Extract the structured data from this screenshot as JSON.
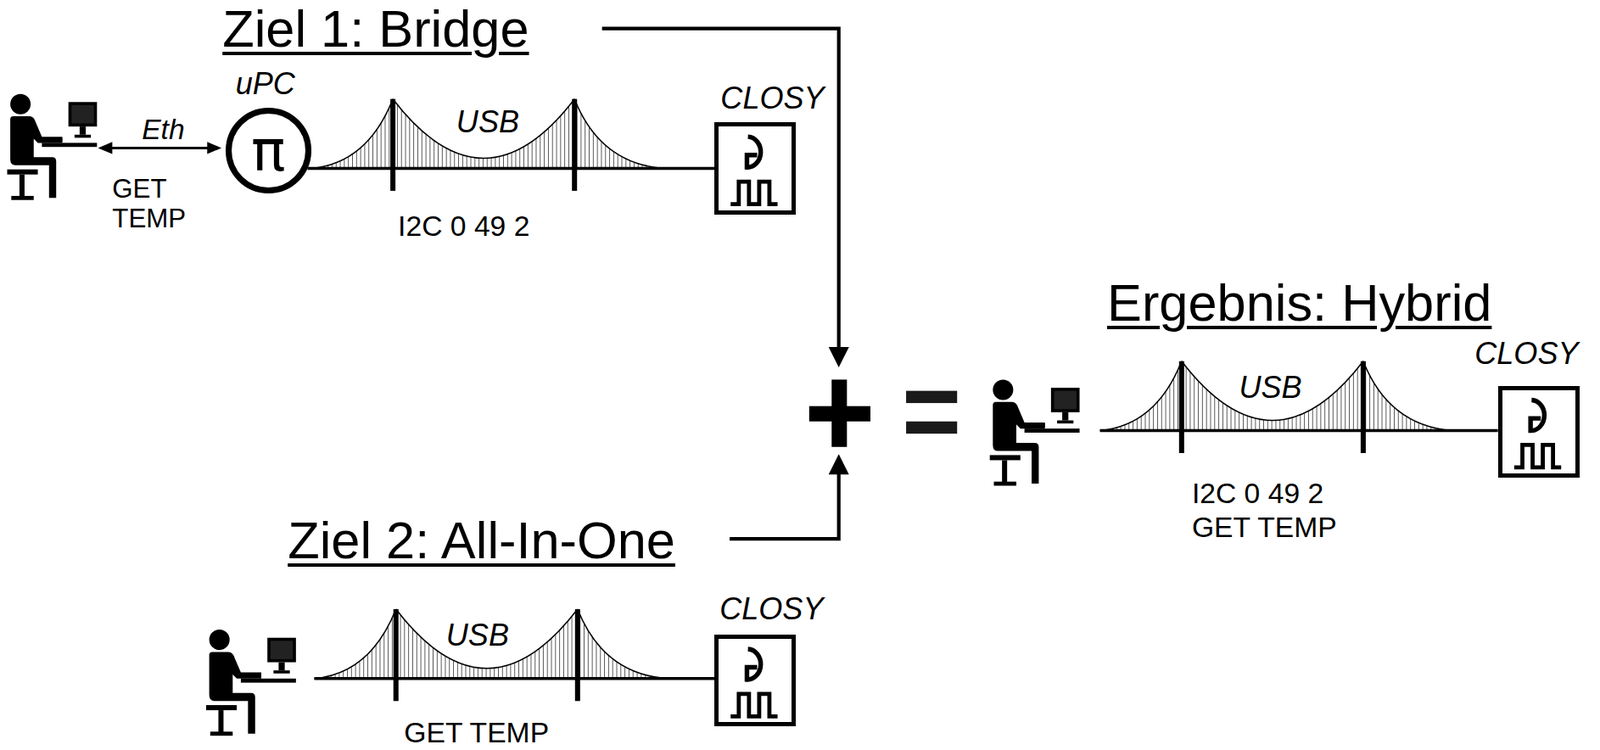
{
  "diagram": {
    "nodes": [
      {
        "text": [
          "uPC",
          "π"
        ]
      },
      {
        "text": [
          "CLOSY"
        ]
      },
      {
        "text": [
          "CLOSY"
        ]
      },
      {
        "text": [
          "CLOSY"
        ]
      }
    ],
    "edges": [
      {
        "from": 0,
        "to": 1,
        "arrow": "none"
      }
    ],
    "labels": [
      "Ziel 1: Bridge",
      "Eth",
      "GET TEMP",
      "USB",
      "I2C 0 49 2",
      "Ergebnis: Hybrid",
      "USB",
      "I2C 0 49 2",
      "GET TEMP",
      "Ziel 2: All-In-One",
      "USB",
      "GET TEMP"
    ]
  }
}
